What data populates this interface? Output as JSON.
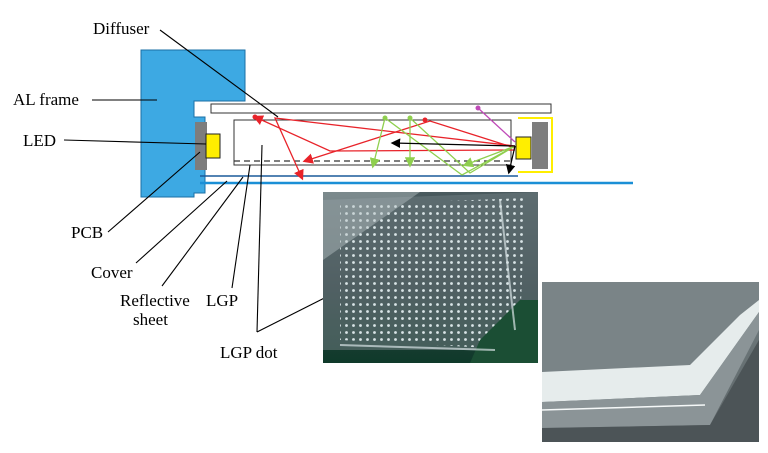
{
  "labels": {
    "diffuser": "Diffuser",
    "al_frame": "AL frame",
    "led": "LED",
    "pcb": "PCB",
    "cover": "Cover",
    "reflective_1": "Reflective",
    "reflective_2": "sheet",
    "lgp": "LGP",
    "lgp_dot": "LGP dot"
  },
  "colors": {
    "frame_blue": "#3da9e3",
    "led_yellow": "#ffee00",
    "pcb_gray": "#7d7d7d",
    "ray_red": "#e8232a",
    "ray_green": "#8fcf4e",
    "ray_magenta": "#c04ab8",
    "ray_black": "#000000",
    "cover_line": "#1b8fd6"
  }
}
